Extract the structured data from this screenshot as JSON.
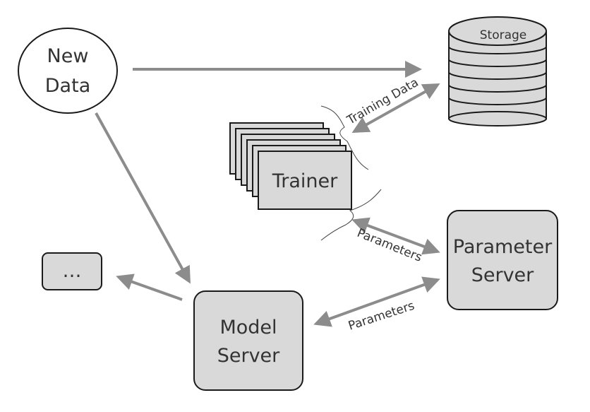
{
  "nodes": {
    "new_data": [
      "New",
      "Data"
    ],
    "storage": "Storage",
    "trainer": "Trainer",
    "parameter_server": [
      "Parameter",
      "Server"
    ],
    "model_server": [
      "Model",
      "Server"
    ],
    "other": "…"
  },
  "edges": {
    "training_data": "Training Data",
    "trainer_parameters": "Parameters",
    "model_parameters": "Parameters"
  },
  "colors": {
    "node_fill": "#d9d9d9",
    "node_stroke": "#1a1a1a",
    "arrow": "#8c8c8c",
    "text": "#333333"
  }
}
